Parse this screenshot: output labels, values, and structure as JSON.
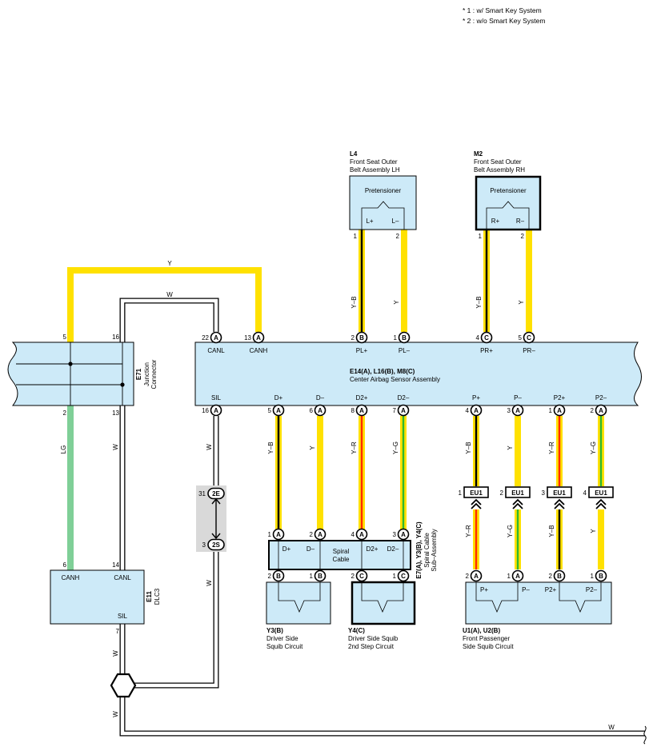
{
  "notes": [
    "* 1 : w/ Smart Key System",
    "* 2 : w/o Smart Key System"
  ],
  "wire_colors": {
    "Y": "#ffe100",
    "W": "#ffffff",
    "LG": "#7fcf97",
    "B": "#000000",
    "R": "#ff2a00",
    "G": "#2eb82e",
    "box": "#cdeaf8",
    "conn": "#d9d9d9"
  },
  "components": {
    "l4": {
      "code": "L4",
      "name1": "Front Seat Outer",
      "name2": "Belt Assembly LH",
      "inner": "Pretensioner",
      "pin1": "L+",
      "pin2": "L–"
    },
    "m2": {
      "code": "M2",
      "name1": "Front Seat Outer",
      "name2": "Belt Assembly RH",
      "inner": "Pretensioner",
      "pin1": "R+",
      "pin2": "R–"
    },
    "e71": {
      "code": "E71",
      "name1": "Junction",
      "name2": "Connector"
    },
    "main": {
      "code": "E14(A), L16(B), M8(C)",
      "name": "Center Airbag Sensor Assembly",
      "top_pins": [
        "CANL",
        "CANH",
        "PL+",
        "PL–",
        "PR+",
        "PR–"
      ],
      "bottom_pins": [
        "SIL",
        "D+",
        "D–",
        "D2+",
        "D2–",
        "P+",
        "P–",
        "P2+",
        "P2–"
      ]
    },
    "dlc3": {
      "code": "E11",
      "name": "DLC3",
      "pin_canh": "CANH",
      "pin_canl": "CANL",
      "pin_sil": "SIL"
    },
    "spiral": {
      "code": "E7(A), Y3(B), Y4(C)",
      "name1": "Spiral Cable",
      "name2": "Sub–Assembly",
      "inner1": "Spiral",
      "inner2": "Cable",
      "pins": [
        "D+",
        "D–",
        "D2+",
        "D2–"
      ]
    },
    "y3": {
      "code": "Y3(B)",
      "name1": "Driver Side",
      "name2": "Squib Circuit"
    },
    "y4": {
      "code": "Y4(C)",
      "name1": "Driver Side Squib",
      "name2": "2nd Step Circuit"
    },
    "u1": {
      "code": "U1(A), U2(B)",
      "name1": "Front Passenger",
      "name2": "Side Squib Circuit",
      "pins": [
        "P+",
        "P–",
        "P2+",
        "P2–"
      ]
    }
  },
  "connectors": {
    "canl": {
      "num": "22",
      "letter": "A"
    },
    "canh": {
      "num": "13",
      "letter": "A"
    },
    "plp": {
      "num": "2",
      "letter": "B"
    },
    "plm": {
      "num": "1",
      "letter": "B"
    },
    "prp": {
      "num": "4",
      "letter": "C"
    },
    "prm": {
      "num": "5",
      "letter": "C"
    },
    "sil": {
      "num": "16",
      "letter": "A"
    },
    "dp": {
      "num": "5",
      "letter": "A"
    },
    "dm": {
      "num": "6",
      "letter": "A"
    },
    "d2p": {
      "num": "8",
      "letter": "A"
    },
    "d2m": {
      "num": "7",
      "letter": "A"
    },
    "pp": {
      "num": "4",
      "letter": "A"
    },
    "pm": {
      "num": "3",
      "letter": "A"
    },
    "p2p": {
      "num": "1",
      "letter": "A"
    },
    "p2m": {
      "num": "2",
      "letter": "A"
    },
    "sp1": {
      "num": "1",
      "letter": "A"
    },
    "sp2": {
      "num": "2",
      "letter": "A"
    },
    "sp3": {
      "num": "4",
      "letter": "A"
    },
    "sp4": {
      "num": "3",
      "letter": "A"
    },
    "y3a": {
      "num": "2",
      "letter": "B"
    },
    "y3b": {
      "num": "1",
      "letter": "B"
    },
    "y4a": {
      "num": "2",
      "letter": "C"
    },
    "y4b": {
      "num": "1",
      "letter": "C"
    },
    "u1a": {
      "num": "2",
      "letter": "A"
    },
    "u1b": {
      "num": "1",
      "letter": "A"
    },
    "u2a": {
      "num": "2",
      "letter": "B"
    },
    "u2b": {
      "num": "1",
      "letter": "B"
    },
    "j2e": {
      "num": "31",
      "letter": "2E"
    },
    "j2s": {
      "num": "3",
      "letter": "2S"
    }
  },
  "eu": [
    {
      "num": "1",
      "label": "EU1"
    },
    {
      "num": "2",
      "label": "EU1"
    },
    {
      "num": "3",
      "label": "EU1"
    },
    {
      "num": "4",
      "label": "EU1"
    }
  ],
  "pin_numbers": {
    "l4_1": "1",
    "l4_2": "2",
    "m2_1": "1",
    "m2_2": "2",
    "e71_5": "5",
    "e71_16": "16",
    "e71_2": "2",
    "e71_13": "13",
    "dlc_6": "6",
    "dlc_14": "14",
    "dlc_7": "7"
  },
  "wire_labels": {
    "y_top": "Y",
    "w_top": "W",
    "lg": "LG",
    "w_e71": "W",
    "w_sil": "W",
    "w_2s": "W",
    "w_dlc1": "W",
    "w_dlc2": "W",
    "w_bottom": "W",
    "l4a": "Y–B",
    "l4b": "Y",
    "m2a": "Y–B",
    "m2b": "Y",
    "dp": "Y–B",
    "dm": "Y",
    "d2p": "Y–R",
    "d2m": "Y–G",
    "pp": "Y–B",
    "pm": "Y",
    "p2p": "Y–R",
    "p2m": "Y–G",
    "up1": "Y–R",
    "up2": "Y–G",
    "up3": "Y–B",
    "up4": "Y"
  }
}
